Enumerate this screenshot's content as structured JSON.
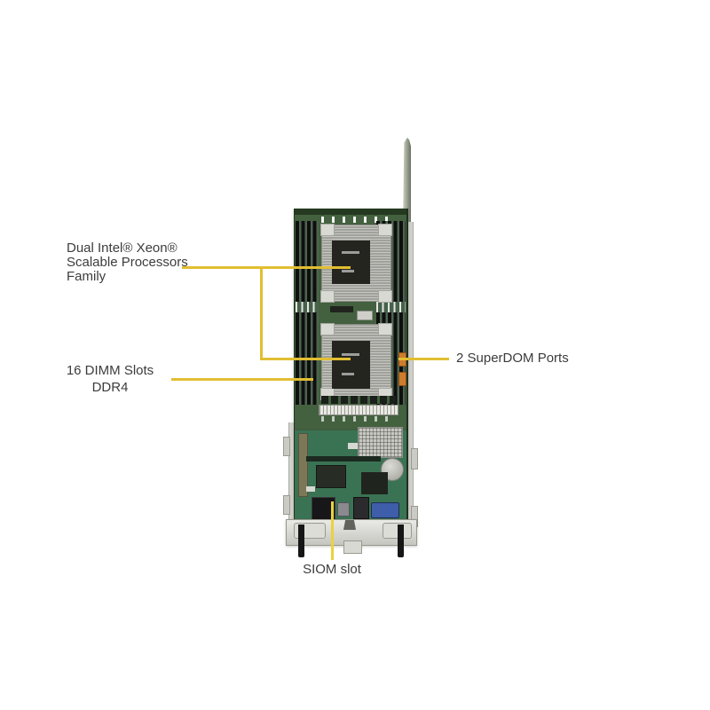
{
  "figure": {
    "accent_color": "#E2BE31",
    "accent_color_bright": "#EBD23C",
    "background_color": "#FFFFFF"
  },
  "callouts": {
    "processors": {
      "lines": [
        "Dual Intel® Xeon®",
        "Scalable Processors",
        "Family"
      ]
    },
    "dimm": {
      "lines": [
        "16 DIMM Slots",
        "DDR4"
      ]
    },
    "superdom": {
      "text": "2 SuperDOM Ports"
    },
    "siom": {
      "text": "SIOM slot"
    }
  }
}
